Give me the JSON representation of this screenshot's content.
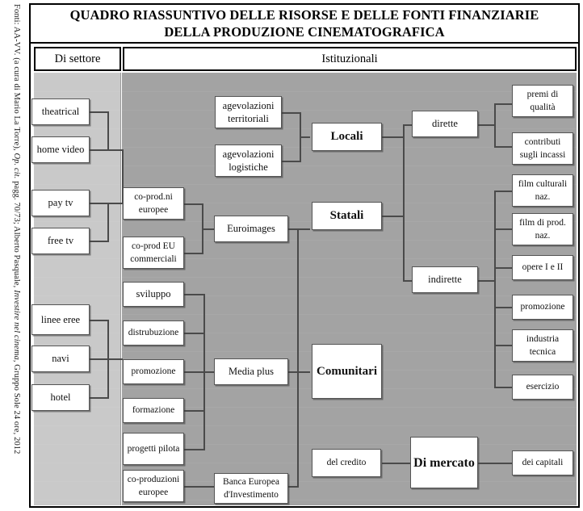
{
  "source_note": {
    "prefix": "Fonti: AA-VV. (a cura di Mario La Torre), ",
    "italic1": "Op. cit.",
    "middle": " pagg. 70/73; Alberto Pasquale, ",
    "italic2": "Investire nel cinema",
    "suffix": ", Gruppo Sole 24 ore, 2012"
  },
  "title": {
    "line1": "QUADRO RIASSUNTIVO DELLE RISORSE E DELLE FONTI FINANZIARIE",
    "line2": "DELLA PRODUZIONE CINEMATOGRAFICA"
  },
  "headers": {
    "settore": "Di settore",
    "istituzionali": "Istituzionali"
  },
  "colors": {
    "panel_settore_bg": "#c9c9c9",
    "panel_istituzionali_bg": "#a3a3a3",
    "node_bg": "#ffffff",
    "node_border": "#555555",
    "connector": "#4a4a4a",
    "frame": "#000000"
  },
  "nodes": {
    "settore": [
      "theatrical",
      "home video",
      "pay tv",
      "free tv",
      "linee eree",
      "navi",
      "hotel"
    ],
    "col2": [
      "co-prod.ni europee",
      "co-prod EU commerciali",
      "sviluppo",
      "distrubuzione",
      "promozione",
      "formazione",
      "progetti pilota",
      "co-produzioni europee"
    ],
    "col3": [
      "agevolazioni territoriali",
      "agevolazioni logistiche",
      "Euroimages",
      "Media plus",
      "Banca Europea d'Investimento",
      "del credito"
    ],
    "col4": [
      "Locali",
      "Statali",
      "Comunitari",
      "Di mercato"
    ],
    "col5": [
      "dirette",
      "indirette"
    ],
    "col6": [
      "premi di qualità",
      "contributi sugli incassi",
      "film culturali naz.",
      "film di prod. naz.",
      "opere  I e II",
      "promozione",
      "industria tecnica",
      "esercizio",
      "dei capitali"
    ]
  }
}
